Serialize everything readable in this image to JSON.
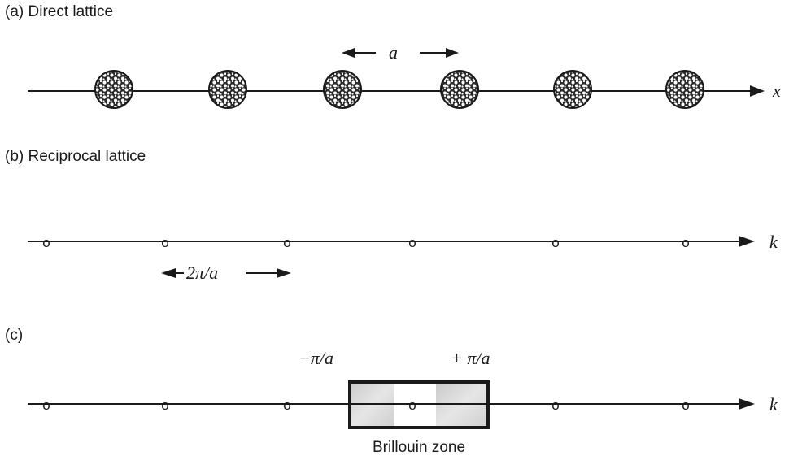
{
  "panel_a": {
    "label": "(a) Direct lattice",
    "axis_variable": "x",
    "spacing_label": "a",
    "atom_count": 6
  },
  "panel_b": {
    "label": "(b) Reciprocal lattice",
    "axis_variable": "k",
    "spacing_label": "2π/a",
    "point_symbol": "o",
    "point_count": 6
  },
  "panel_c": {
    "label": "(c)",
    "axis_variable": "k",
    "point_symbol": "o",
    "point_count": 6,
    "left_bound_label": "−π/a",
    "right_bound_label": "+ π/a",
    "zone_label": "Brillouin zone"
  },
  "colors": {
    "ink": "#1a1a1a",
    "zone_shade": "#d6d6d6",
    "zone_center": "#ffffff",
    "atom_fill": "#2a2a2a",
    "atom_holes": "#ffffff"
  }
}
